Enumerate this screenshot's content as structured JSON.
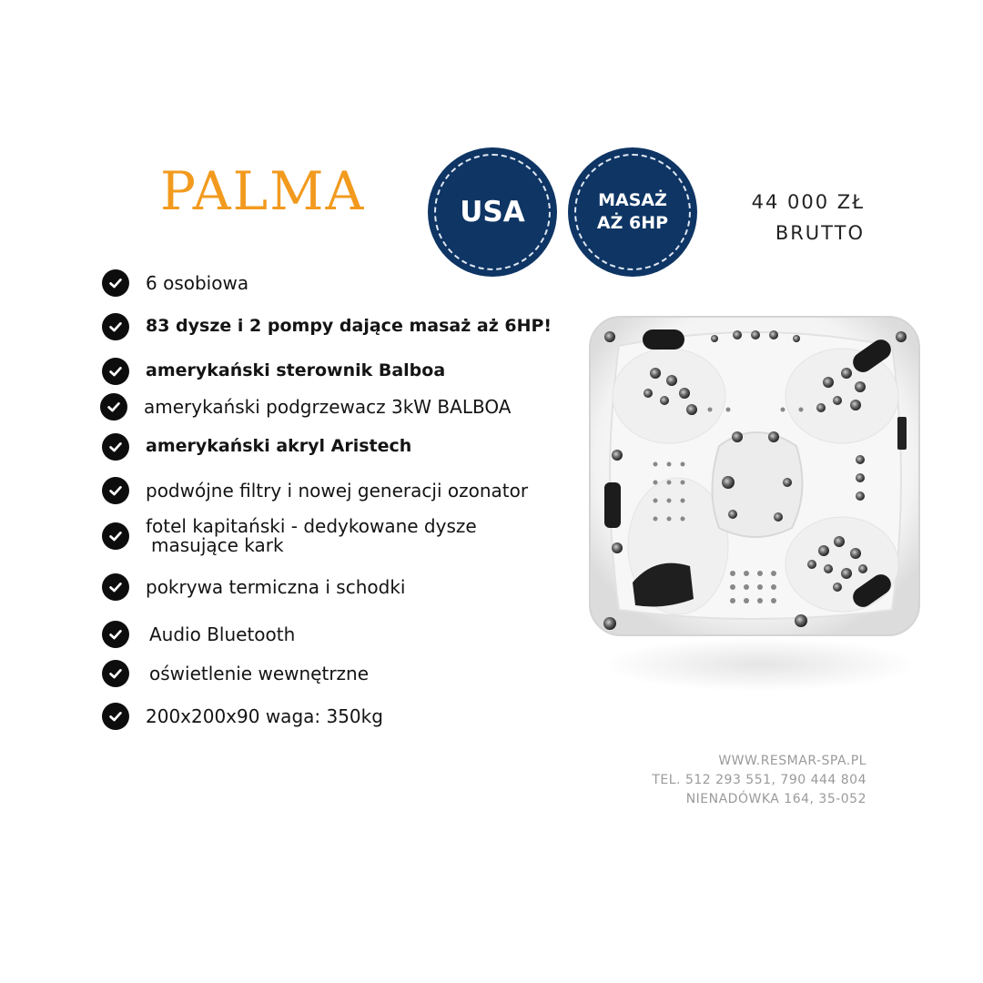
{
  "product": {
    "title": "PALMA",
    "badges": {
      "usa": "USA",
      "massage_line1": "MASAŻ",
      "massage_line2": "AŻ 6HP"
    },
    "price": {
      "amount": "44 000 ZŁ",
      "note": "BRUTTO"
    }
  },
  "features": [
    {
      "text": "6 osobiowa"
    },
    {
      "text": "83 dysze i 2 pompy dające masaż aż 6HP!"
    },
    {
      "text": "amerykański sterownik Balboa"
    },
    {
      "text": "amerykański podgrzewacz 3kW BALBOA"
    },
    {
      "text": "amerykański akryl Aristech"
    },
    {
      "text": "podwójne filtry i nowej generacji ozonator"
    },
    {
      "text": "fotel kapitański - dedykowane dysze",
      "text2": "masujące kark"
    },
    {
      "text": "pokrywa termiczna i schodki"
    },
    {
      "text": "Audio Bluetooth"
    },
    {
      "text": "oświetlenie wewnętrzne"
    },
    {
      "text": "200x200x90 waga: 350kg"
    }
  ],
  "contact": {
    "website": "WWW.RESMAR-SPA.PL",
    "phone": "TEL. 512 293 551, 790 444 804",
    "address": "NIENADÓWKA 164, 35-052"
  },
  "colors": {
    "title": "#f29a1e",
    "badge_bg": "#0e3564",
    "check_bg": "#0d0d0d",
    "contact_text": "#9a9a9a"
  }
}
